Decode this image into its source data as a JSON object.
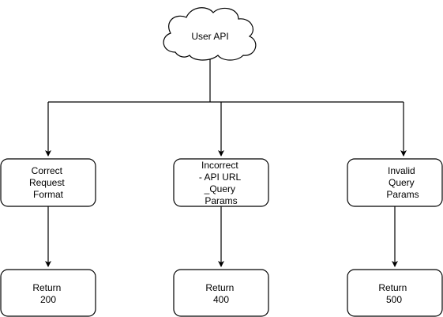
{
  "colors": {
    "stroke": "#000000",
    "fill": "#ffffff",
    "text": "#000000"
  },
  "nodes": {
    "root": {
      "shape": "cloud",
      "lines": [
        "User API"
      ]
    },
    "correct": {
      "shape": "rounded-rect",
      "lines": [
        "Correct",
        "Request",
        "Format"
      ]
    },
    "incorrect": {
      "shape": "rounded-rect",
      "lines": [
        "Incorrect",
        "- API URL",
        "_Query",
        "Params"
      ]
    },
    "invalid": {
      "shape": "rounded-rect",
      "lines": [
        "Invalid",
        "Query",
        "Params"
      ]
    },
    "return200": {
      "shape": "rounded-rect",
      "lines": [
        "Return",
        "200"
      ]
    },
    "return400": {
      "shape": "rounded-rect",
      "lines": [
        "Return",
        "400"
      ]
    },
    "return500": {
      "shape": "rounded-rect",
      "lines": [
        "Return",
        "500"
      ]
    }
  },
  "edges": [
    {
      "from": "root",
      "to": "correct"
    },
    {
      "from": "root",
      "to": "incorrect"
    },
    {
      "from": "root",
      "to": "invalid"
    },
    {
      "from": "correct",
      "to": "return200"
    },
    {
      "from": "incorrect",
      "to": "return400"
    },
    {
      "from": "invalid",
      "to": "return500"
    }
  ]
}
